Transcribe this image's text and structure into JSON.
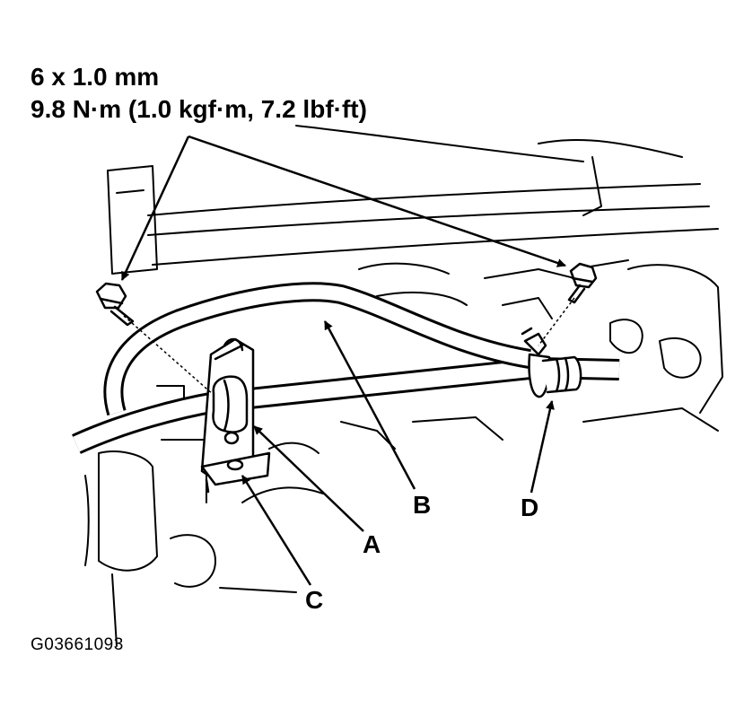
{
  "spec": {
    "bolt_size": "6 x 1.0 mm",
    "torque": "9.8 N·m (1.0 kgf·m, 7.2 lbf·ft)"
  },
  "labels": {
    "a": "A",
    "b": "B",
    "c": "C",
    "d": "D"
  },
  "figure_id": "G03661093"
}
